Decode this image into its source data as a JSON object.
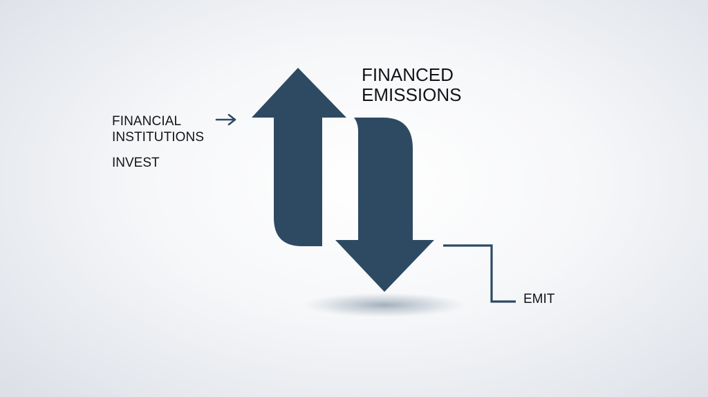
{
  "diagram": {
    "left_label": [
      "FINANCIAL",
      "INSTITUTIONS"
    ],
    "action_label": "INVEST",
    "top_label": [
      "FINANCED",
      "EMISSIONS"
    ],
    "right_label": "EMIT"
  },
  "colors": {
    "arrow_fill": "#2e4a63",
    "connector": "#2e4a63",
    "text": "#111418",
    "shadow": "#5d7389",
    "background": "#f4f5f7"
  },
  "icons": {
    "pointer": "right-arrow-icon"
  }
}
